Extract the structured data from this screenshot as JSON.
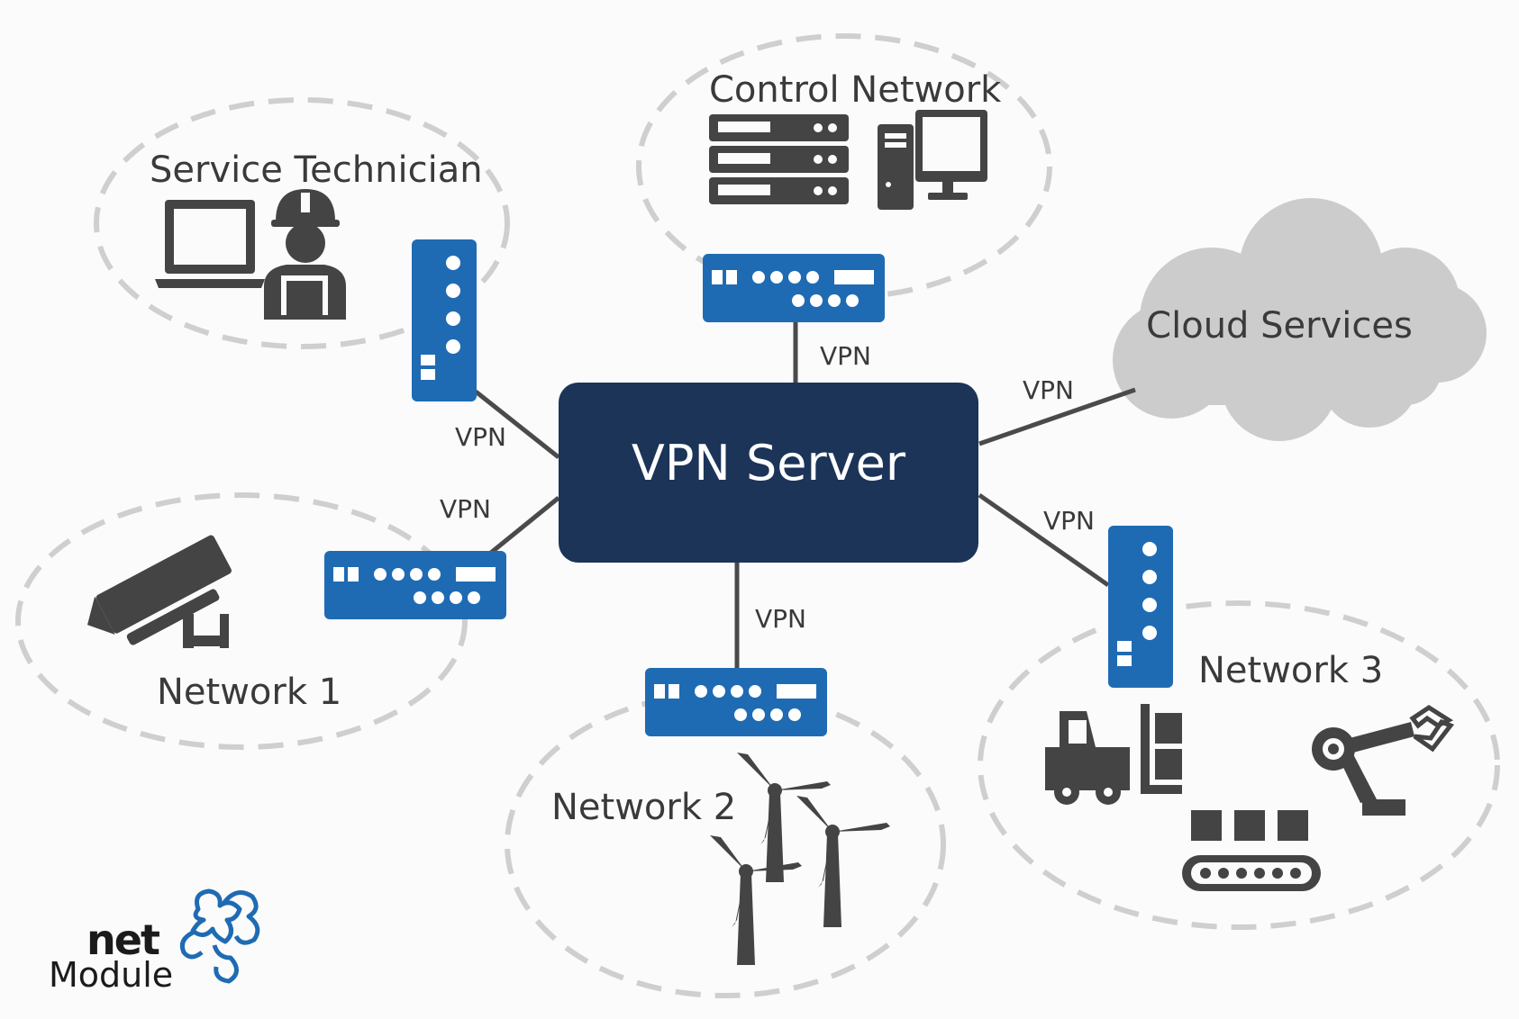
{
  "diagram": {
    "hub": {
      "label": "VPN Server"
    },
    "link_label": "VPN",
    "groups": {
      "service_technician": "Service Technician",
      "control_network": "Control Network",
      "cloud_services": "Cloud Services",
      "network_1": "Network 1",
      "network_2": "Network 2",
      "network_3": "Network 3"
    }
  },
  "logo": {
    "line1": "net",
    "line2": "Module"
  },
  "colors": {
    "server": "#1b3458",
    "router": "#1f6bb3",
    "icons": "#444444",
    "dashed_border": "#cfcfcf",
    "cloud": "#cccccc",
    "logo_accent": "#1f6bb3"
  }
}
